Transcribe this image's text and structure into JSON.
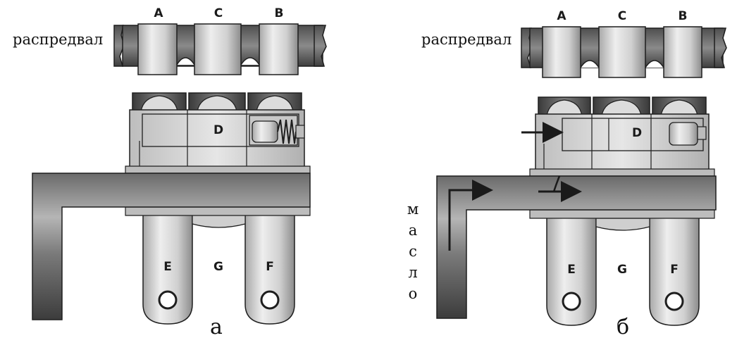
{
  "panels": [
    {
      "caption": "а",
      "camshaft_label": "распредвал",
      "cam_letters": [
        "A",
        "C",
        "B"
      ],
      "body_letter": "D",
      "rocker_letters": [
        "E",
        "G",
        "F"
      ]
    },
    {
      "caption": "б",
      "camshaft_label": "распредвал",
      "cam_letters": [
        "A",
        "C",
        "B"
      ],
      "body_letter": "D",
      "rocker_letters": [
        "E",
        "G",
        "F"
      ],
      "oil_label_letters": [
        "м",
        "а",
        "с",
        "л",
        "о"
      ]
    }
  ],
  "colors": {
    "dark_metal": "#4a4a4a",
    "mid_metal": "#9a9a9a",
    "light_metal": "#d4d4d4",
    "outline": "#1e1e1e",
    "background": "#ffffff"
  }
}
